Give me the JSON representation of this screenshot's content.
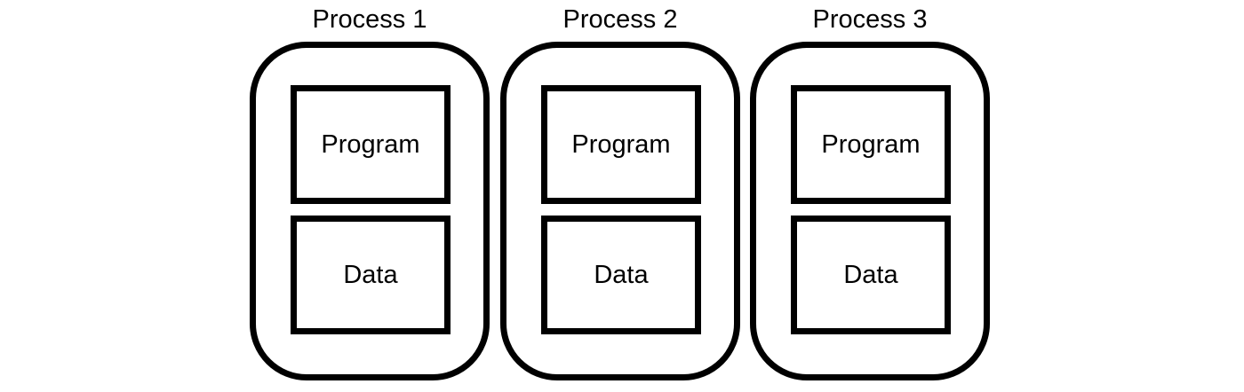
{
  "processes": [
    {
      "title": "Process 1",
      "segments": {
        "program": "Program",
        "data": "Data"
      }
    },
    {
      "title": "Process 2",
      "segments": {
        "program": "Program",
        "data": "Data"
      }
    },
    {
      "title": "Process 3",
      "segments": {
        "program": "Program",
        "data": "Data"
      }
    }
  ],
  "colors": {
    "stroke": "#000000",
    "background": "#ffffff"
  }
}
